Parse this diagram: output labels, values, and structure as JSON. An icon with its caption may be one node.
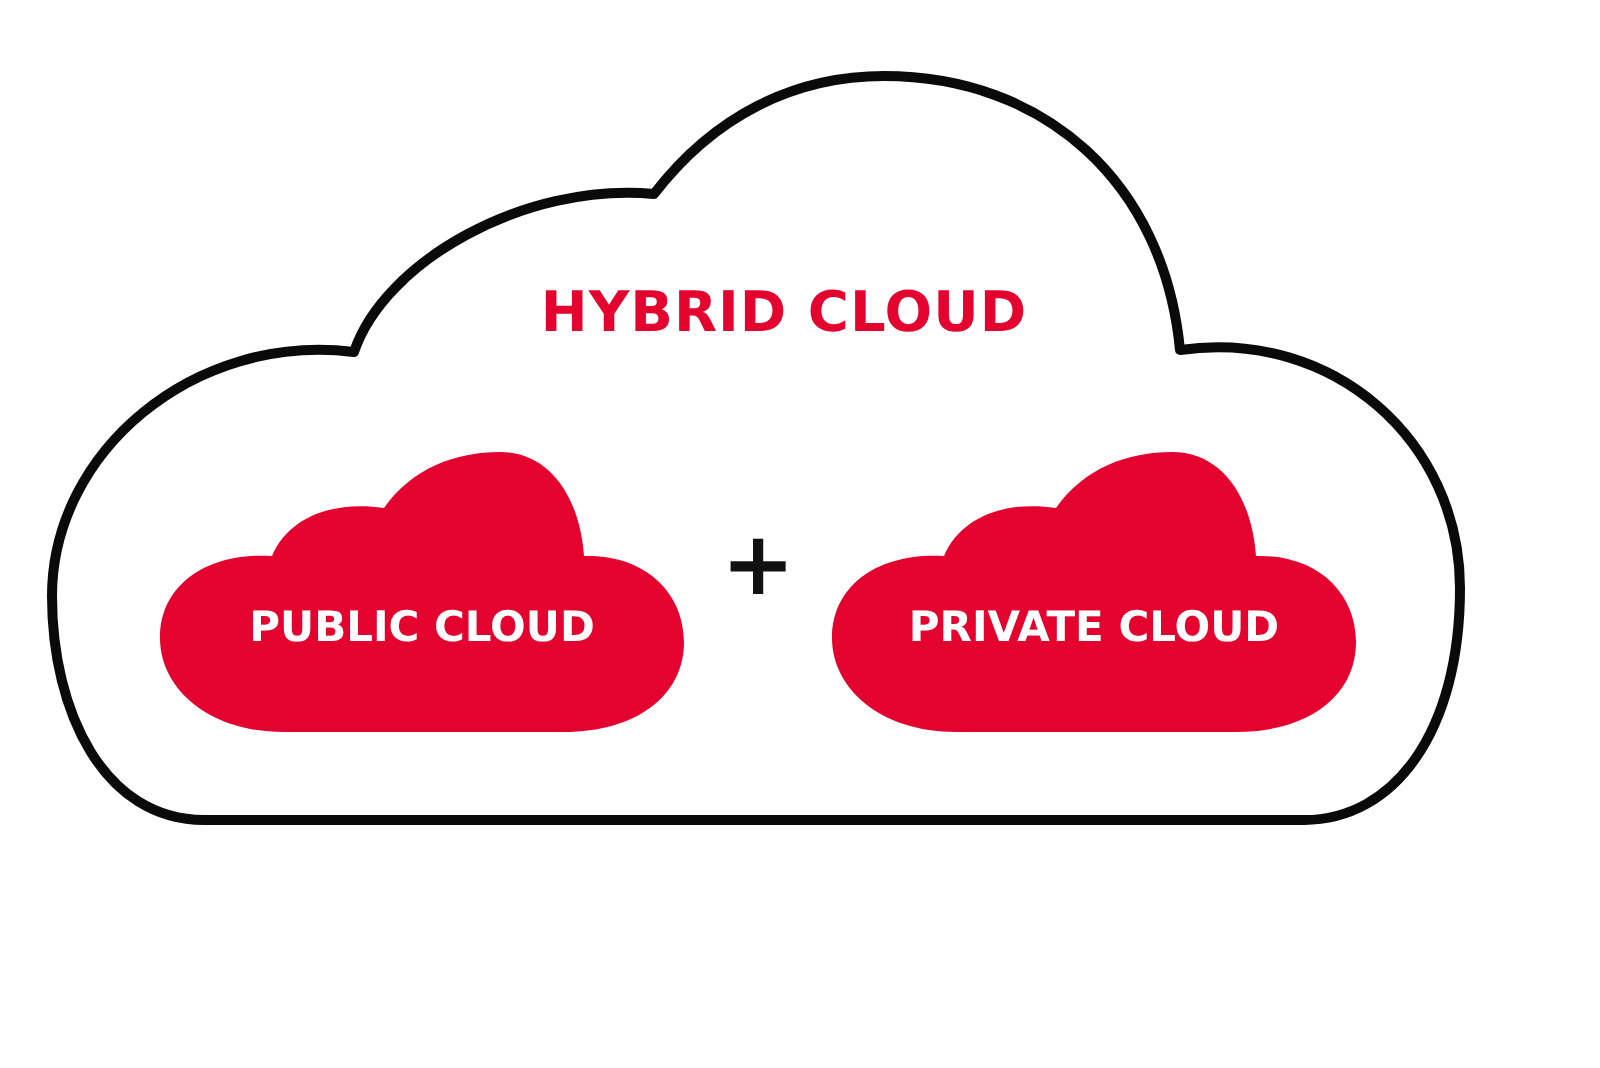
{
  "diagram": {
    "nodes": [
      {
        "text": [
          "HYBRID CLOUD"
        ]
      },
      {
        "text": [
          "PUBLIC CLOUD"
        ],
        "in": 0
      },
      {
        "text": [
          "PRIVATE CLOUD"
        ],
        "in": 0
      }
    ],
    "labels": [
      "+"
    ]
  }
}
